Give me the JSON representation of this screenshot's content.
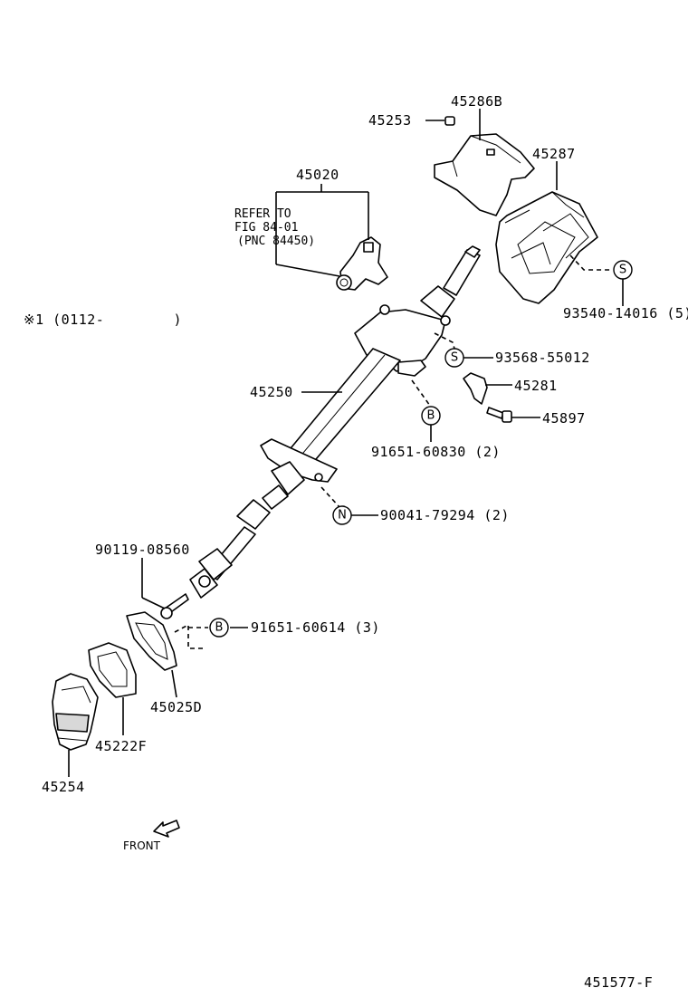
{
  "callouts": {
    "p45286b": "45286B",
    "p45253": "45253",
    "p45287": "45287",
    "p45020": "45020",
    "refer_line1": "REFER TO",
    "refer_line2": "FIG 84-01",
    "refer_line3": "(PNC 84450)",
    "star_note": "※1 (0112-        )",
    "p93540": "93540-14016 (5)",
    "p93568": "93568-55012",
    "p45281": "45281",
    "p45250": "45250",
    "p45897": "45897",
    "p91651_60830": "91651-60830 (2)",
    "p90041": "90041-79294 (2)",
    "p90119": "90119-08560",
    "p91651_60614": "91651-60614 (3)",
    "p45025d": "45025D",
    "p45222f": "45222F",
    "p45254": "45254",
    "front": "FRONT",
    "figure_id": "451577-F"
  },
  "symbols": {
    "s": "S",
    "b": "B",
    "n": "N"
  }
}
